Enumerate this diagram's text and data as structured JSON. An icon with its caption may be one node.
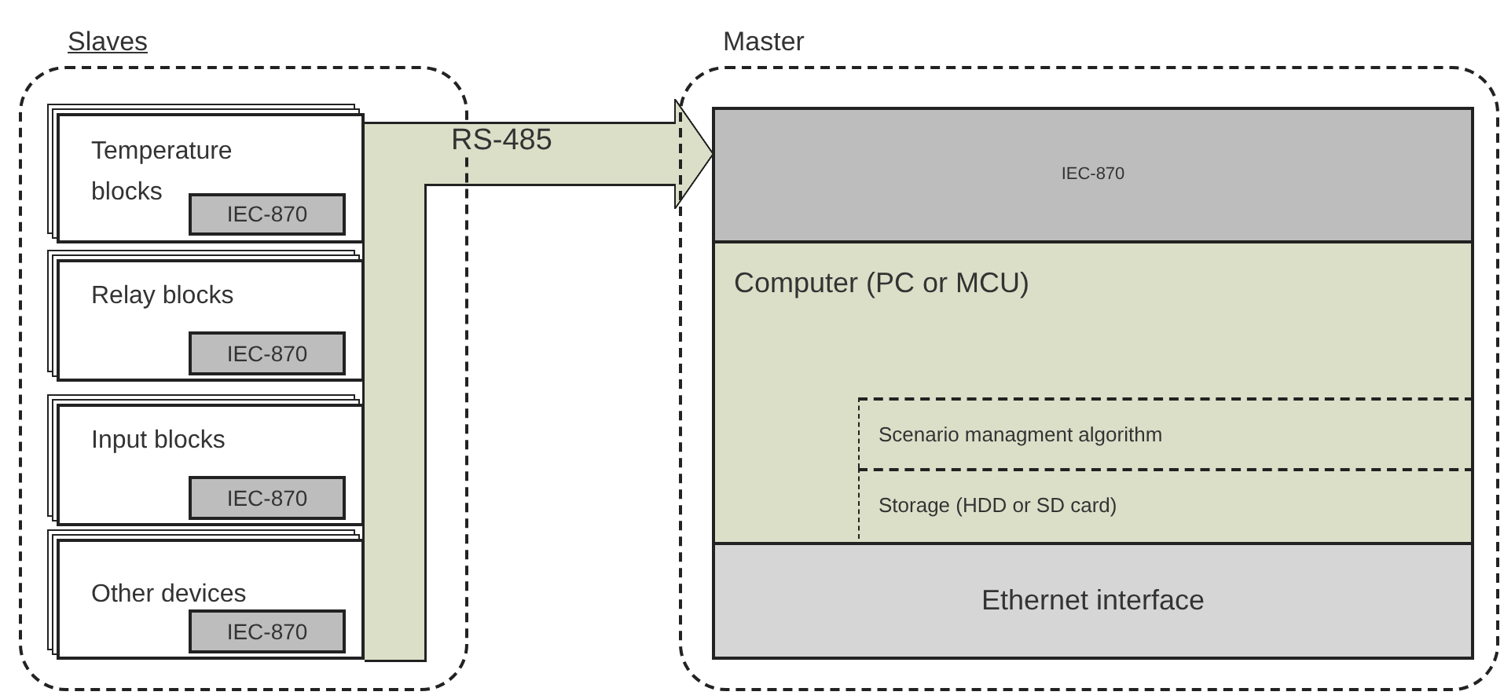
{
  "diagram": {
    "nodes": [
      {
        "text": [
          "Slaves"
        ]
      },
      {
        "text": [
          "Temperature blocks"
        ],
        "in": 0
      },
      {
        "text": [
          "IEC-870"
        ],
        "in": 1
      },
      {
        "text": [
          "Relay blocks"
        ],
        "in": 0
      },
      {
        "text": [
          "IEC-870"
        ],
        "in": 3
      },
      {
        "text": [
          "Input blocks"
        ],
        "in": 0
      },
      {
        "text": [
          "IEC-870"
        ],
        "in": 5
      },
      {
        "text": [
          "Other devices"
        ],
        "in": 0
      },
      {
        "text": [
          "IEC-870"
        ],
        "in": 7
      },
      {
        "text": [
          "Master"
        ]
      },
      {
        "text": [
          "IEC-870"
        ],
        "in": 9
      },
      {
        "text": [
          "Computer (PC or MCU)"
        ],
        "in": 9
      },
      {
        "text": [
          "Scenario managment algorithm"
        ],
        "in": 11
      },
      {
        "text": [
          "Storage (HDD or SD card)"
        ],
        "in": 11
      },
      {
        "text": [
          "Ethernet interface"
        ],
        "in": 9
      }
    ],
    "edges": [
      {
        "from": 1,
        "to": 10,
        "arrow": "to",
        "label": "RS-485"
      },
      {
        "from": 3,
        "to": 10,
        "arrow": "to"
      },
      {
        "from": 5,
        "to": 10,
        "arrow": "to"
      },
      {
        "from": 7,
        "to": 10,
        "arrow": "to"
      }
    ]
  }
}
